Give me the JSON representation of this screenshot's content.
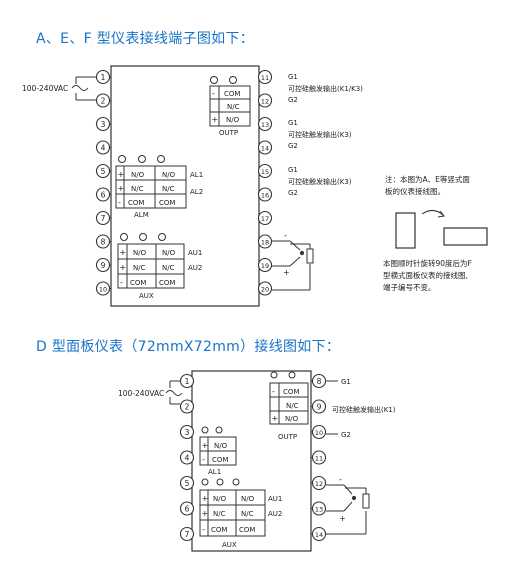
{
  "headings": {
    "aef": "A、E、F 型仪表接线端子图如下：",
    "d": "D 型面板仪表（72mmX72mm）接线图如下："
  },
  "power_label": "100-240VAC",
  "contacts": {
    "no": "N/O",
    "nc": "N/C",
    "com": "COM",
    "plus": "+",
    "minus": "-"
  },
  "aef": {
    "terminals": [
      "1",
      "2",
      "3",
      "4",
      "5",
      "6",
      "7",
      "8",
      "9",
      "10",
      "11",
      "12",
      "13",
      "14",
      "15",
      "16",
      "17",
      "18",
      "19",
      "20"
    ],
    "groups": {
      "outp": "OUTP",
      "alm": "ALM",
      "aux": "AUX"
    },
    "alarm_labels": [
      "AL1",
      "AL2"
    ],
    "aux_labels": [
      "AU1",
      "AU2"
    ],
    "scr_outputs": [
      {
        "g1": "G1",
        "label": "可控硅触发输出(K1/K3)",
        "g2": "G2"
      },
      {
        "g1": "G1",
        "label": "可控硅触发输出(K3)",
        "g2": "G2"
      },
      {
        "g1": "G1",
        "label": "可控硅触发输出(K3)",
        "g2": "G2"
      }
    ],
    "note": [
      "注：本图为A、E等竖式面",
      "板的仪表接线图。"
    ],
    "rotate_note": [
      "本图顺时针旋转90度后为F",
      "型横式面板仪表的接线图,",
      "端子编号不变。"
    ]
  },
  "d": {
    "terminals": [
      "1",
      "2",
      "3",
      "4",
      "5",
      "6",
      "7",
      "8",
      "9",
      "10",
      "11",
      "12",
      "13",
      "14"
    ],
    "groups": {
      "outp": "OUTP",
      "al1": "AL1",
      "aux": "AUX"
    },
    "aux_labels": [
      "AU1",
      "AU2"
    ],
    "g1": "G1",
    "scr_label": "可控硅触发输出(K1)",
    "g2": "G2"
  },
  "colors": {
    "heading": "#1a73c9",
    "line": "#333333"
  }
}
